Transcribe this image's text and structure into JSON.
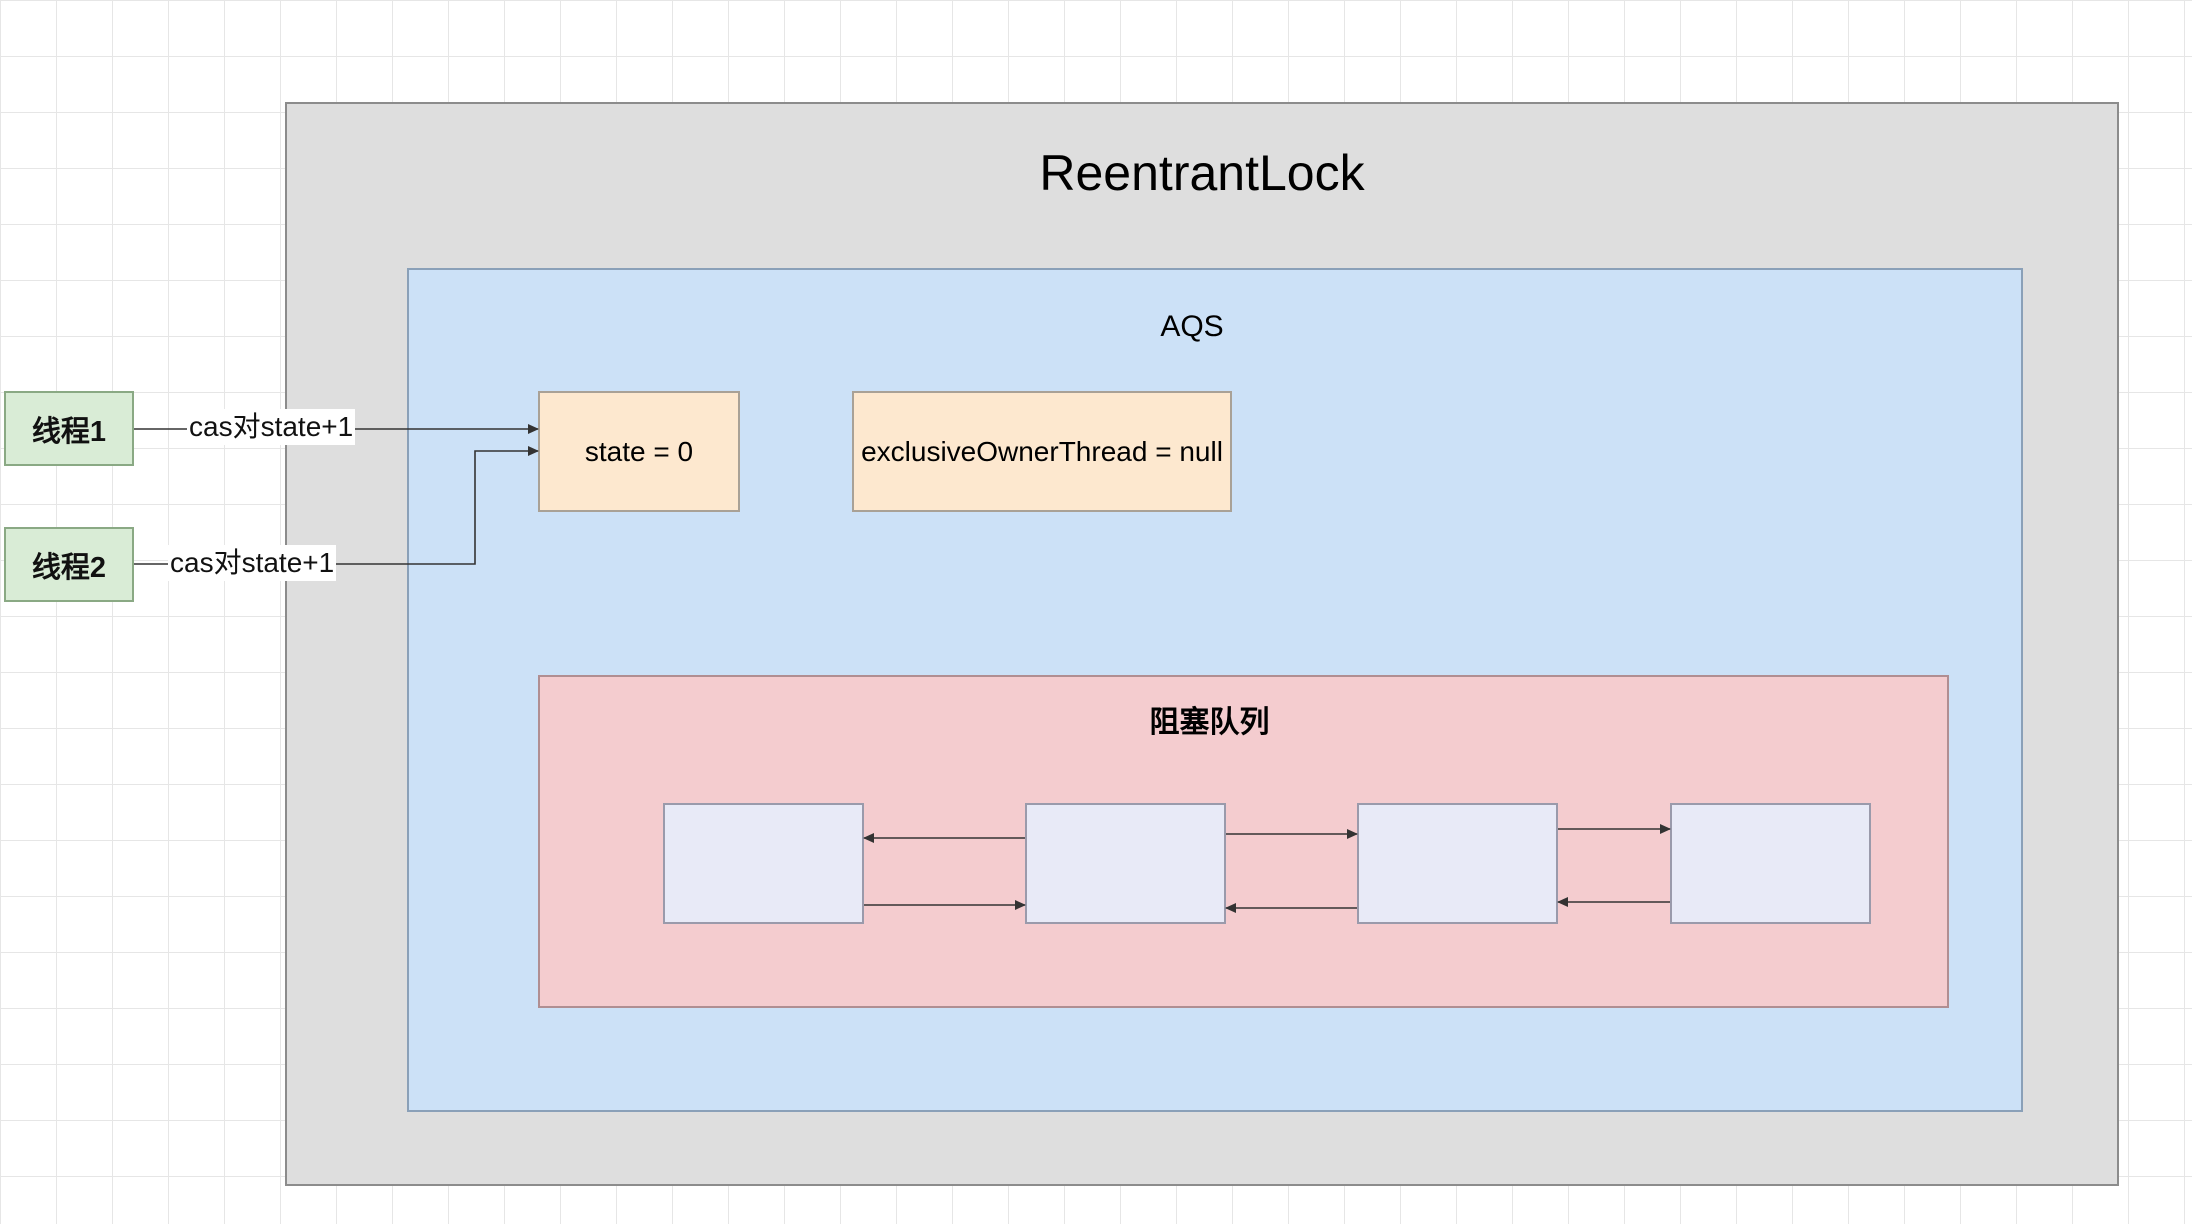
{
  "diagram": {
    "outer_title": "ReentrantLock",
    "aqs_title": "AQS",
    "state_label": "state = 0",
    "owner_label": "exclusiveOwnerThread = null",
    "queue_title": "阻塞队列",
    "threads": [
      {
        "label": "线程1",
        "edge_label": "cas对state+1"
      },
      {
        "label": "线程2",
        "edge_label": "cas对state+1"
      }
    ]
  }
}
